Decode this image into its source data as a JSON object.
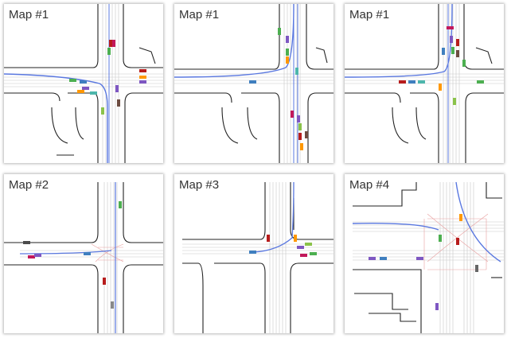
{
  "panels": [
    {
      "label": "Map #1"
    },
    {
      "label": "Map #1"
    },
    {
      "label": "Map #1"
    },
    {
      "label": "Map #2"
    },
    {
      "label": "Map #3"
    },
    {
      "label": "Map #4"
    }
  ],
  "colors": {
    "road_edge": "#222222",
    "lane": "#bbbbbb",
    "route": "#5a78e0",
    "crosswalk": "#e8a0a0"
  }
}
